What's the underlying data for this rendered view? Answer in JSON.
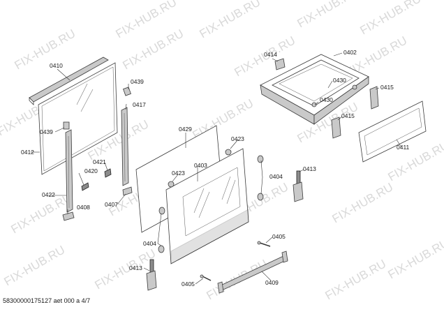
{
  "watermark": {
    "text": "FIX-HUB.RU"
  },
  "footer": {
    "text": "58300000175127 aet 000 a 4/7"
  },
  "parts": {
    "p0410": "0410",
    "p0439a": "0439",
    "p0439b": "0439",
    "p0417": "0417",
    "p0412": "0412",
    "p0420": "0420",
    "p0421": "0421",
    "p0422": "0422",
    "p0408": "0408",
    "p0407": "0407",
    "p0429": "0429",
    "p0423a": "0423",
    "p0423b": "0423",
    "p0403": "0403",
    "p0404a": "0404",
    "p0404b": "0404",
    "p0413a": "0413",
    "p0413b": "0413",
    "p0405a": "0405",
    "p0405b": "0405",
    "p0409": "0409",
    "p0414": "0414",
    "p0402": "0402",
    "p0430a": "0430",
    "p0430b": "0430",
    "p0415a": "0415",
    "p0415b": "0415",
    "p0411": "0411"
  }
}
